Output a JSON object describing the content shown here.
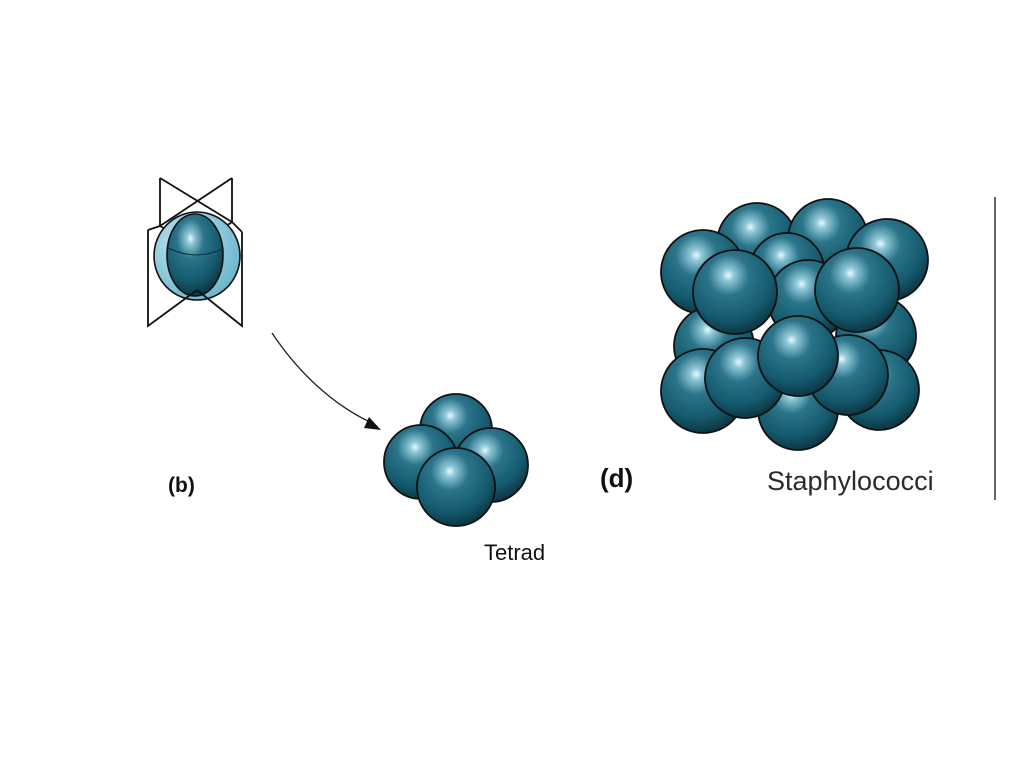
{
  "panels": {
    "b": {
      "panel_label": "(b)",
      "result_label": "Tetrad"
    },
    "d": {
      "panel_label": "(d)",
      "result_label": "Staphylococci"
    }
  },
  "colors": {
    "cell_fill": "#1d5f74",
    "cell_dark": "#0b3440",
    "cell_highlight": "#e8f7fb",
    "division_plane_fill": "#7ec3d9",
    "outline": "#111111"
  }
}
